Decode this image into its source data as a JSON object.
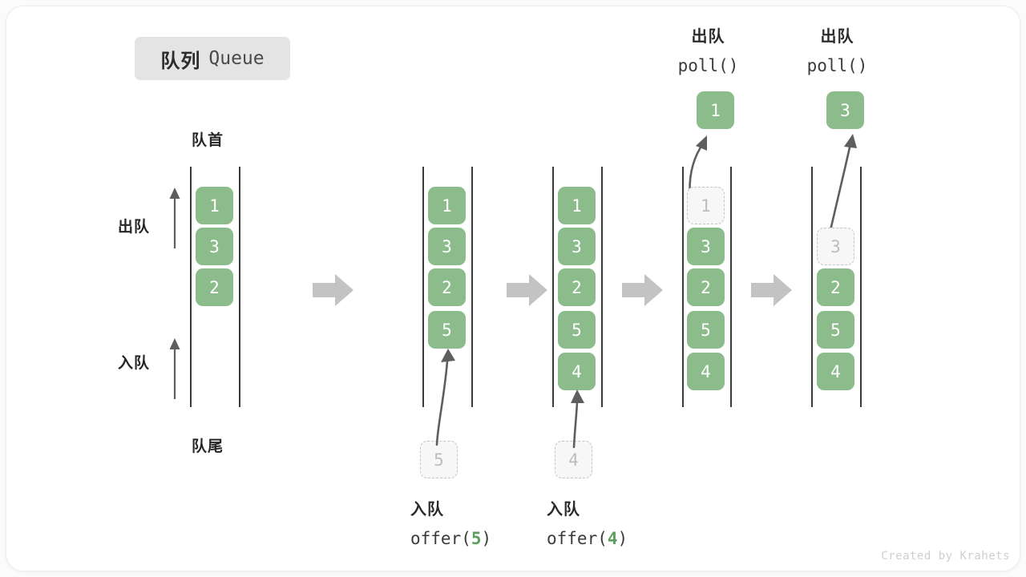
{
  "title": {
    "cn": "队列",
    "en": "Queue"
  },
  "watermark": "Created by Krahets",
  "side_labels": {
    "head": "队首",
    "tail": "队尾",
    "dequeue": "出队",
    "enqueue": "入队"
  },
  "headers": {
    "poll_cn": "出队",
    "poll_code": "poll()",
    "offer_cn": "入队",
    "offer_open_5": "offer(",
    "offer_num_5": "5",
    "offer_close_5": ")",
    "offer_open_4": "offer(",
    "offer_num_4": "4",
    "offer_close_4": ")"
  },
  "colors": {
    "green": "#8cbc8b",
    "ghost_fill": "#f7f7f7",
    "ghost_border": "#c4c4c4",
    "ghost_text": "#bdbdbd",
    "rail": "#3c3c3c",
    "block_arrow": "#c3c3c3",
    "curve_arrow": "#5e5e5e",
    "badge_bg": "#e4e4e4",
    "text_dark": "#262626",
    "watermark": "#cfcfcf"
  },
  "stages": [
    {
      "id": "stage-initial",
      "items": [
        "1",
        "3",
        "2"
      ],
      "ghost_index": -1,
      "incoming": null,
      "outgoing": null
    },
    {
      "id": "stage-after-offer-5",
      "items": [
        "1",
        "3",
        "2",
        "5"
      ],
      "ghost_index": -1,
      "incoming": "5",
      "outgoing": null
    },
    {
      "id": "stage-after-offer-4",
      "items": [
        "1",
        "3",
        "2",
        "5",
        "4"
      ],
      "ghost_index": -1,
      "incoming": "4",
      "outgoing": null
    },
    {
      "id": "stage-poll-1",
      "items": [
        "1",
        "3",
        "2",
        "5",
        "4"
      ],
      "ghost_index": 0,
      "incoming": null,
      "outgoing": "1"
    },
    {
      "id": "stage-poll-3",
      "items": [
        "3",
        "2",
        "5",
        "4"
      ],
      "ghost_index": 0,
      "incoming": null,
      "outgoing": "3"
    }
  ]
}
